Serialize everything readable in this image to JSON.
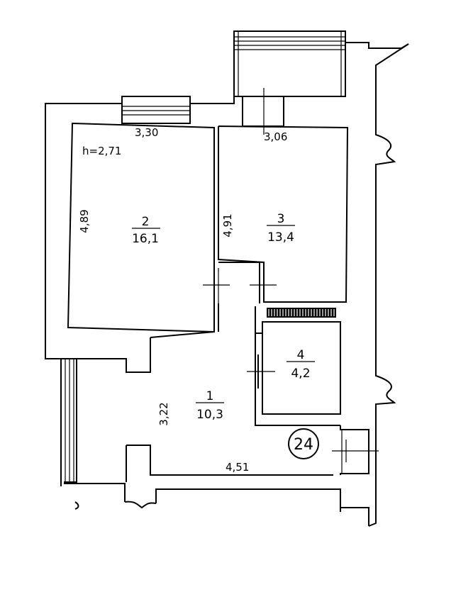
{
  "plan": {
    "ceiling_height": "h=2,71",
    "apartment_number": "24",
    "rooms": [
      {
        "number": "1",
        "area": "10,3"
      },
      {
        "number": "2",
        "area": "16,1"
      },
      {
        "number": "3",
        "area": "13,4"
      },
      {
        "number": "4",
        "area": "4,2"
      }
    ],
    "dimensions": {
      "room2_width": "3,30",
      "room2_height": "4,89",
      "room3_width": "3,06",
      "room3_height": "4,91",
      "room1_height": "3,22",
      "room1_width": "4,51"
    }
  }
}
